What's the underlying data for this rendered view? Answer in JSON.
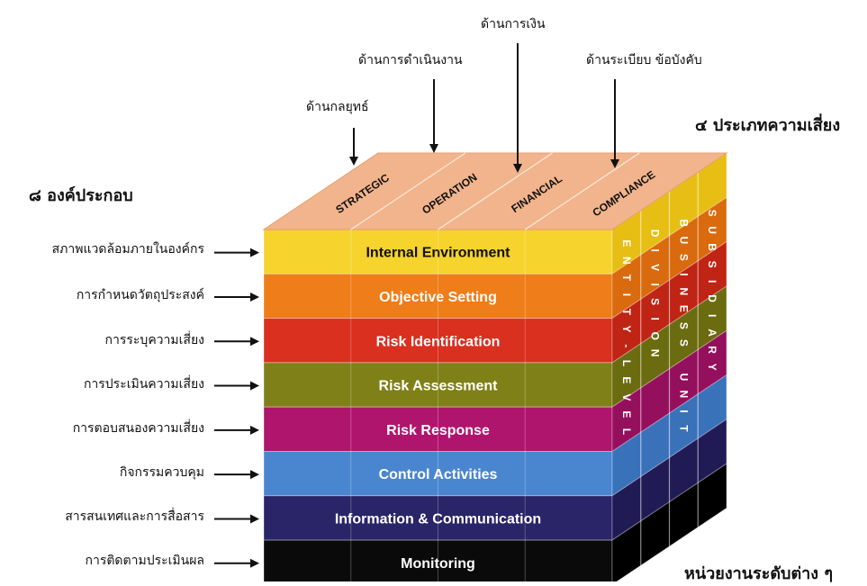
{
  "headings": {
    "components": "๘ องค์ประกอบ",
    "risk_types": "๔ ประเภทความเสี่ยง",
    "units": "หน่วยงานระดับต่าง ๆ"
  },
  "top_annotations": [
    {
      "thai": "ด้านกลยุทธ์",
      "label": "STRATEGIC"
    },
    {
      "thai": "ด้านการดำเนินงาน",
      "label": "OPERATION"
    },
    {
      "thai": "ด้านการเงิน",
      "label": "FINANCIAL"
    },
    {
      "thai": "ด้านระเบียบ ข้อบังคับ",
      "label": "COMPLIANCE"
    }
  ],
  "layers": [
    {
      "thai": "สภาพแวดล้อมภายในองค์กร",
      "label": "Internal Environment",
      "color": "#F6D32D",
      "side": "#E7BE14",
      "text_color": "#111111"
    },
    {
      "thai": "การกำหนดวัตถุประสงค์",
      "label": "Objective Setting",
      "color": "#EE7D1A",
      "side": "#D96A0E",
      "text_color": "#FFFFFF"
    },
    {
      "thai": "การระบุความเสี่ยง",
      "label": "Risk  Identification",
      "color": "#D9301F",
      "side": "#BF2415",
      "text_color": "#FFFFFF"
    },
    {
      "thai": "การประเมินความเสี่ยง",
      "label": "Risk Assessment",
      "color": "#808018",
      "side": "#6B6B10",
      "text_color": "#FFFFFF"
    },
    {
      "thai": "การตอบสนองความเสี่ยง",
      "label": "Risk Response",
      "color": "#B0156E",
      "side": "#95105C",
      "text_color": "#FFFFFF"
    },
    {
      "thai": "กิจกรรมควบคุม",
      "label": "Control Activities",
      "color": "#4A86D0",
      "side": "#3A72BA",
      "text_color": "#FFFFFF"
    },
    {
      "thai": "สารสนเทศและการสื่อสาร",
      "label": "Information & Communication",
      "color": "#2A2468",
      "side": "#201B55",
      "text_color": "#FFFFFF"
    },
    {
      "thai": "การติดตามประเมินผล",
      "label": "Monitoring",
      "color": "#0A0A0A",
      "side": "#000000",
      "text_color": "#FFFFFF"
    }
  ],
  "side_units": [
    "ENTITY-LEVEL",
    "DIVISION",
    "BUSINESS UNIT",
    "SUBSIDIARY"
  ],
  "top_face_color": "#F2B48C"
}
